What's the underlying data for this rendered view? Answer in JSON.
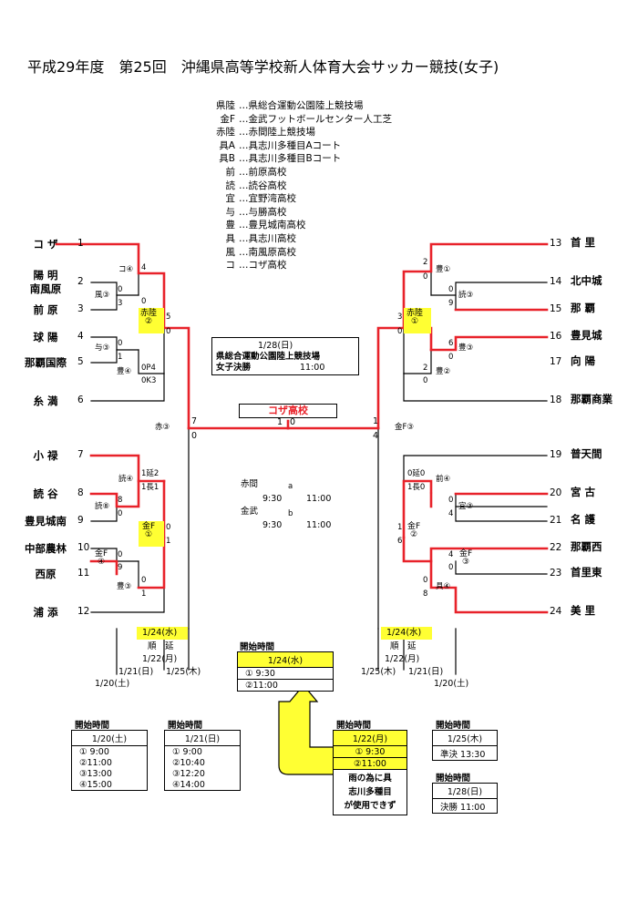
{
  "title": "平成29年度　第25回　沖縄県高等学校新人体育大会サッカー競技(女子)",
  "legend": [
    {
      "abbr": "県陸",
      "name": "…県総合運動公園陸上競技場"
    },
    {
      "abbr": "金F",
      "name": "…金武フットボールセンター人工芝"
    },
    {
      "abbr": "赤陸",
      "name": "…赤間陸上競技場"
    },
    {
      "abbr": "具A",
      "name": "…具志川多種目Aコート"
    },
    {
      "abbr": "具B",
      "name": "…具志川多種目Bコート"
    },
    {
      "abbr": "前",
      "name": "…前原高校"
    },
    {
      "abbr": "読",
      "name": "…読谷高校"
    },
    {
      "abbr": "宜",
      "name": "…宜野湾高校"
    },
    {
      "abbr": "与",
      "name": "…与勝高校"
    },
    {
      "abbr": "豊",
      "name": "…豊見城南高校"
    },
    {
      "abbr": "具",
      "name": "…具志川高校"
    },
    {
      "abbr": "風",
      "name": "…南風原高校"
    },
    {
      "abbr": "コ",
      "name": "…コザ高校"
    }
  ],
  "teams_left": [
    {
      "num": "1",
      "name": "コ ザ"
    },
    {
      "num": "2",
      "name": "陽 明\n南風原"
    },
    {
      "num": "3",
      "name": "前 原"
    },
    {
      "num": "4",
      "name": "球 陽"
    },
    {
      "num": "5",
      "name": "那覇国際"
    },
    {
      "num": "6",
      "name": "糸 満"
    },
    {
      "num": "7",
      "name": "小 禄"
    },
    {
      "num": "8",
      "name": "読 谷"
    },
    {
      "num": "9",
      "name": "豊見城南"
    },
    {
      "num": "10",
      "name": "中部農林"
    },
    {
      "num": "11",
      "name": "西原"
    },
    {
      "num": "12",
      "name": "浦 添"
    }
  ],
  "teams_right": [
    {
      "num": "13",
      "name": "首 里"
    },
    {
      "num": "14",
      "name": "北中城"
    },
    {
      "num": "15",
      "name": "那 覇"
    },
    {
      "num": "16",
      "name": "豊見城"
    },
    {
      "num": "17",
      "name": "向 陽"
    },
    {
      "num": "18",
      "name": "那覇商業"
    },
    {
      "num": "19",
      "name": "普天間"
    },
    {
      "num": "20",
      "name": "宮 古"
    },
    {
      "num": "21",
      "name": "名 護"
    },
    {
      "num": "22",
      "name": "那覇西"
    },
    {
      "num": "23",
      "name": "首里東"
    },
    {
      "num": "24",
      "name": "美 里"
    }
  ],
  "venues": {
    "l_g1": "コ④",
    "l_g2": "風③",
    "l_g3": "与③",
    "l_g4": "豊④",
    "l_qf1": "赤陸\n②",
    "l_sf": "赤③",
    "l_g5": "読④",
    "l_g6": "読⑧",
    "l_g7": "金F\n④",
    "l_g8": "豊③",
    "l_qf2": "金F\n①",
    "r_g1": "豊①",
    "r_g2": "読③",
    "r_g3": "豊③",
    "r_g4": "豊②",
    "r_qf1": "赤陸\n①",
    "r_sf": "金F③",
    "r_g5": "前④",
    "r_g6": "宜③",
    "r_g7": "金F\n③",
    "r_g8": "具④",
    "r_qf2": "金F\n②"
  },
  "scores": {
    "l_1": "4",
    "l_2": "0",
    "l_3": "0",
    "l_4": "3",
    "l_5": "0",
    "l_6": "1",
    "l_7": "0P4",
    "l_8": "0K3",
    "l_qf1a": "5",
    "l_qf1b": "0",
    "l_9": "1延2",
    "l_10": "1長1",
    "l_11": "8",
    "l_12": "0",
    "l_13": "0",
    "l_14": "9",
    "l_15": "0",
    "l_16": "1",
    "l_qf2a": "0",
    "l_qf2b": "1",
    "l_sf_a": "7",
    "l_sf_b": "0",
    "r_1": "2",
    "r_2": "0",
    "r_3": "0",
    "r_4": "9",
    "r_5": "6",
    "r_6": "0",
    "r_7": "2",
    "r_8": "0",
    "r_qf1a": "3",
    "r_qf1b": "0",
    "r_9": "0延0",
    "r_10": "1長0",
    "r_11": "0",
    "r_12": "4",
    "r_13": "4",
    "r_14": "0",
    "r_15": "0",
    "r_16": "8",
    "r_qf2a": "1",
    "r_qf2b": "6",
    "r_sf_a": "1",
    "r_sf_b": "4",
    "final_a": "1",
    "final_b": "0"
  },
  "champion": "コザ高校",
  "final_info": {
    "date": "1/28(日)",
    "venue": "県総合運動公園陸上競技場",
    "label": "女子決勝",
    "time": "11:00"
  },
  "center_schedule": {
    "l1a": "赤間",
    "l1b": "a",
    "l2a": "9:30",
    "l2b": "11:00",
    "l3a": "金武",
    "l3b": "b",
    "l4a": "9:30",
    "l4b": "11:00"
  },
  "dates": {
    "l_qf": "1/24(水)",
    "l_postpone": "順　延",
    "l_2nd": "1/22(月)",
    "l_r2": "1/21(日)",
    "l_sf": "1/25(木)",
    "l_r1": "1/20(土)",
    "r_qf": "1/24(水)",
    "r_postpone": "順　延",
    "r_2nd": "1/22(月)",
    "r_sf": "1/25(木)",
    "r_r2": "1/21(日)",
    "r_r1": "1/20(土)"
  },
  "start_center": {
    "title": "開始時間",
    "date": "1/24(水)",
    "t1": "① 9:30",
    "t2": "②11:00"
  },
  "start_boxes": [
    {
      "title": "開始時間",
      "date": "1/20(土)",
      "lines": [
        "①  9:00",
        "②11:00",
        "③13:00",
        "④15:00"
      ]
    },
    {
      "title": "開始時間",
      "date": "1/21(日)",
      "lines": [
        "① 9:00",
        "②10:40",
        "③12:20",
        "④14:00"
      ]
    },
    {
      "title": "開始時間",
      "date": "1/22(月)",
      "lines": [
        "① 9:30",
        "②11:00"
      ],
      "note": "雨の為に具\n志川多種目\nが使用できず"
    },
    {
      "title": "開始時間",
      "date": "1/25(木)",
      "lines": [
        "準決  13:30"
      ]
    },
    {
      "title": "開始時間",
      "date": "1/28(日)",
      "lines": [
        "決勝 11:00"
      ]
    }
  ],
  "colors": {
    "win": "#e8222a",
    "line": "#000000",
    "yellow": "#ffff33"
  }
}
